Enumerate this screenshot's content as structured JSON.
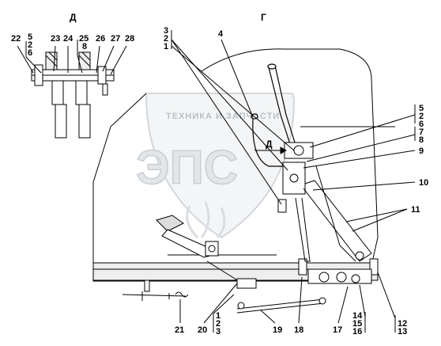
{
  "views": {
    "detail_title": "Д",
    "main_title": "Г",
    "arrow_label": "Д"
  },
  "watermark": {
    "line1": "ТЕХНИКА И ЗАПЧАСТИ",
    "letters": "ЭПС"
  },
  "colors": {
    "line": "#000000",
    "frame_fill": "#eeeeee",
    "watermark": "#c9ced3"
  },
  "callouts": {
    "detail_left": "22",
    "detail_stack_a": [
      "5",
      "2",
      "6"
    ],
    "detail_23": "23",
    "detail_24": "24",
    "detail_stack_b": [
      "25",
      "8"
    ],
    "detail_26": "26",
    "detail_27": "27",
    "detail_28": "28",
    "top_stack": [
      "3",
      "2",
      "1"
    ],
    "lever_top": "4",
    "right_stack_a": [
      "5",
      "2",
      "6"
    ],
    "right_stack_b": [
      "7",
      "8"
    ],
    "right_9": "9",
    "right_10": "10",
    "right_11": "11",
    "bottom_stack_left": [
      "1",
      "2",
      "3"
    ],
    "bottom_21": "21",
    "bottom_20": "20",
    "bottom_19": "19",
    "bottom_18": "18",
    "bottom_17": "17",
    "bottom_stack_mid": [
      "14",
      "15",
      "16"
    ],
    "bottom_stack_right": [
      "12",
      "13"
    ]
  }
}
